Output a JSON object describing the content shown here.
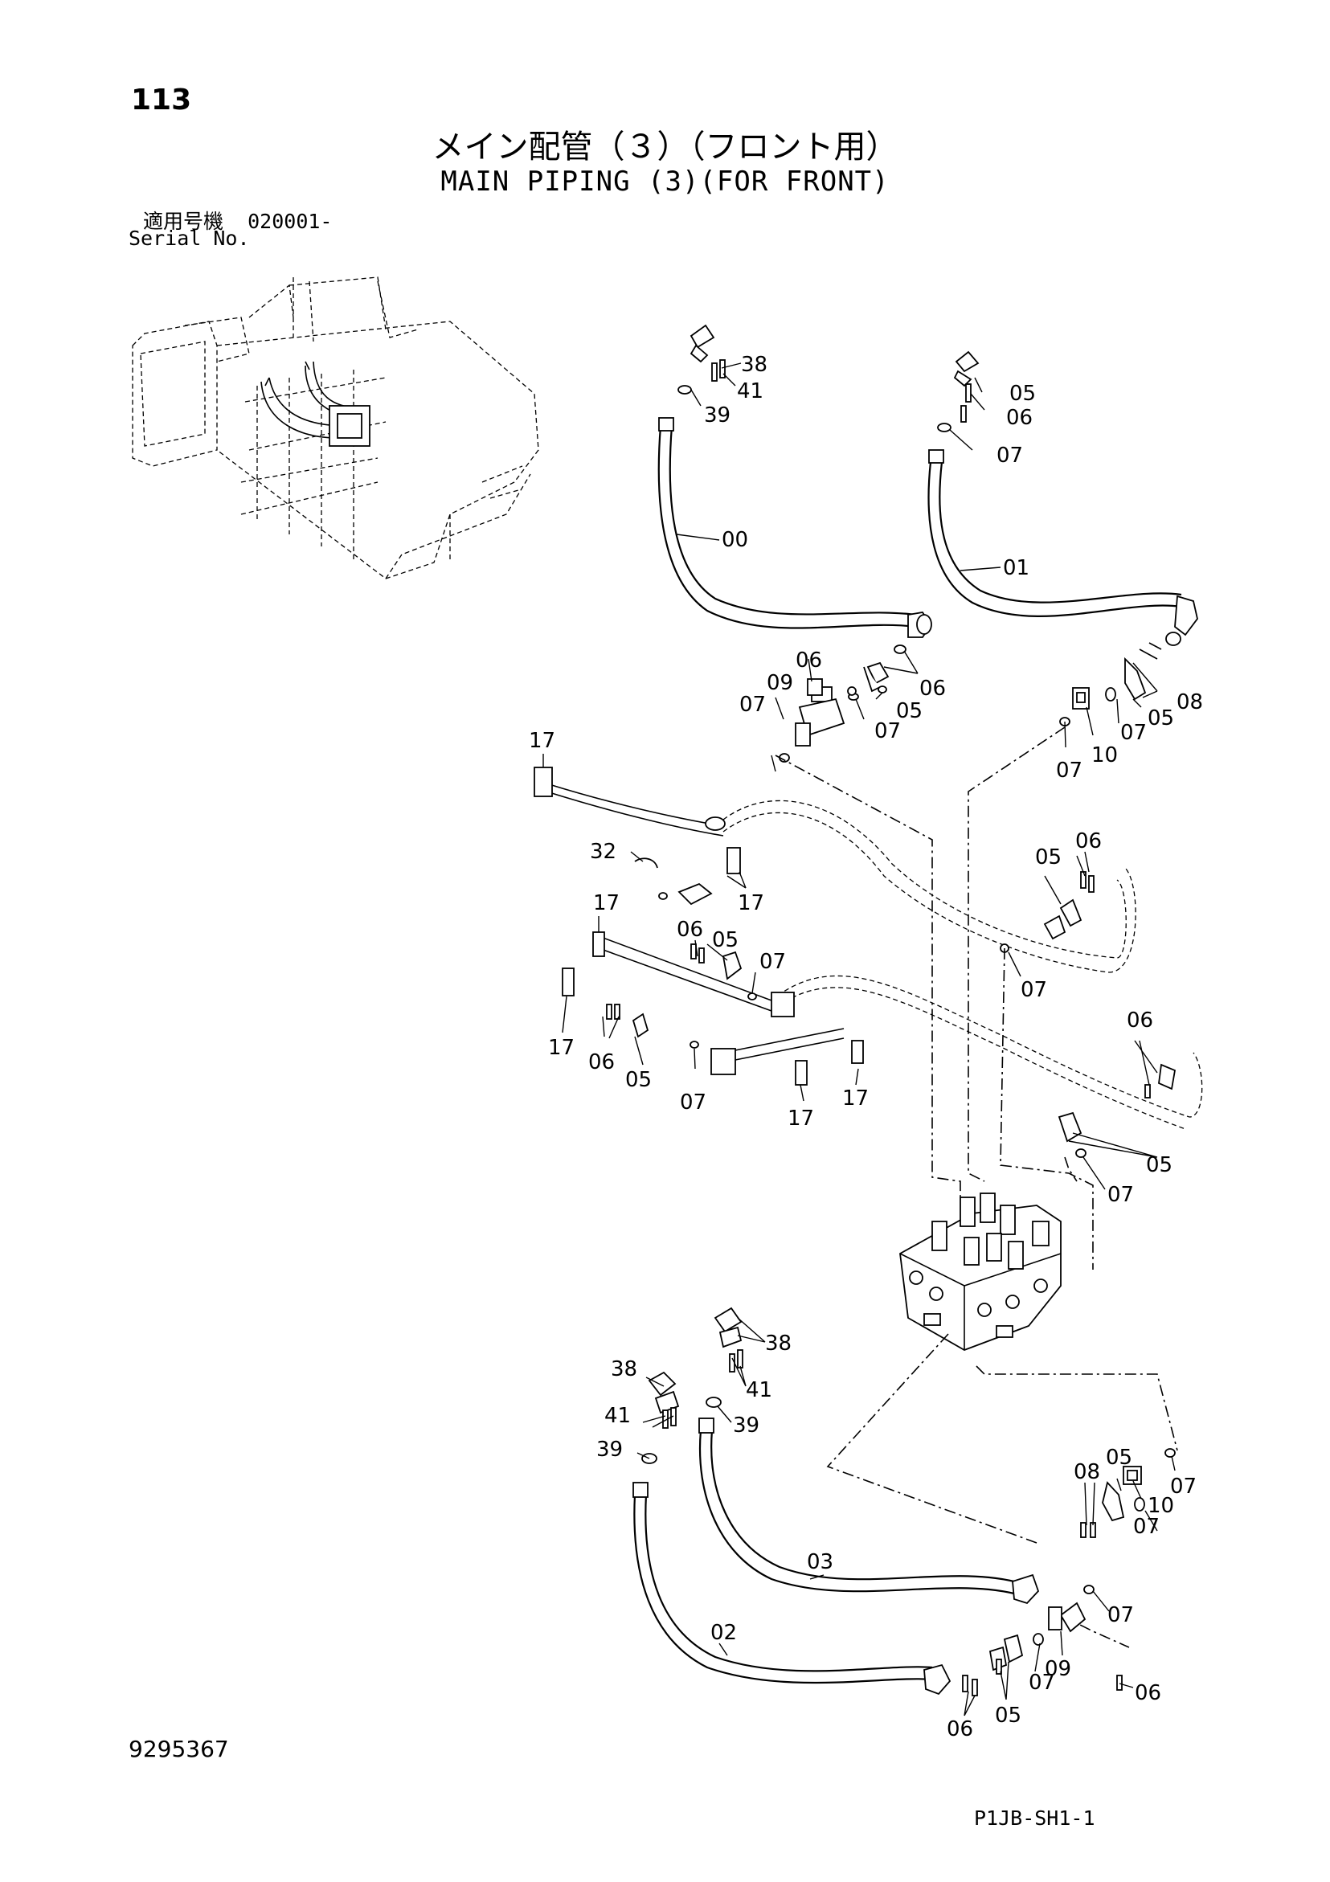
{
  "header": {
    "page_number": "113",
    "title_jp": "メイン配管（３）（フロント用）",
    "title_en": "MAIN PIPING (3)(FOR FRONT)",
    "serial_label_jp": "適用号機",
    "serial_value": "020001-",
    "serial_label_en": "Serial No."
  },
  "footer": {
    "doc_number": "9295367",
    "drawing_code": "P1JB-SH1-1"
  },
  "callouts": {
    "c38a": "38",
    "c41a": "41",
    "c39a": "39",
    "c00": "00",
    "c05a": "05",
    "c06a": "06",
    "c07a": "07",
    "c01": "01",
    "c06b": "06",
    "c09a": "09",
    "c07b": "07",
    "c06c": "06",
    "c05b": "05",
    "c07c": "07",
    "c08a": "08",
    "c05c": "05",
    "c07d": "07",
    "c10a": "10",
    "c07e": "07",
    "c17a": "17",
    "c32": "32",
    "c17b": "17",
    "c06d": "06",
    "c05d": "05",
    "c07f": "07",
    "c17c": "17",
    "c06e": "06",
    "c05e": "05",
    "c07g": "07",
    "c17d": "17",
    "c06f": "06",
    "c05f": "05",
    "c07h": "07",
    "c17e": "17",
    "c17f": "17",
    "c06g": "06",
    "c05g": "05",
    "c07i": "07",
    "c38b": "38",
    "c41b": "41",
    "c39b": "39",
    "c38c": "38",
    "c41c": "41",
    "c39c": "39",
    "c08b": "08",
    "c05h": "05",
    "c07j": "07",
    "c10b": "10",
    "c07k": "07",
    "c03": "03",
    "c07l": "07",
    "c02": "02",
    "c09b": "09",
    "c06h": "06",
    "c07m": "07",
    "c05i": "05",
    "c06i": "06"
  }
}
